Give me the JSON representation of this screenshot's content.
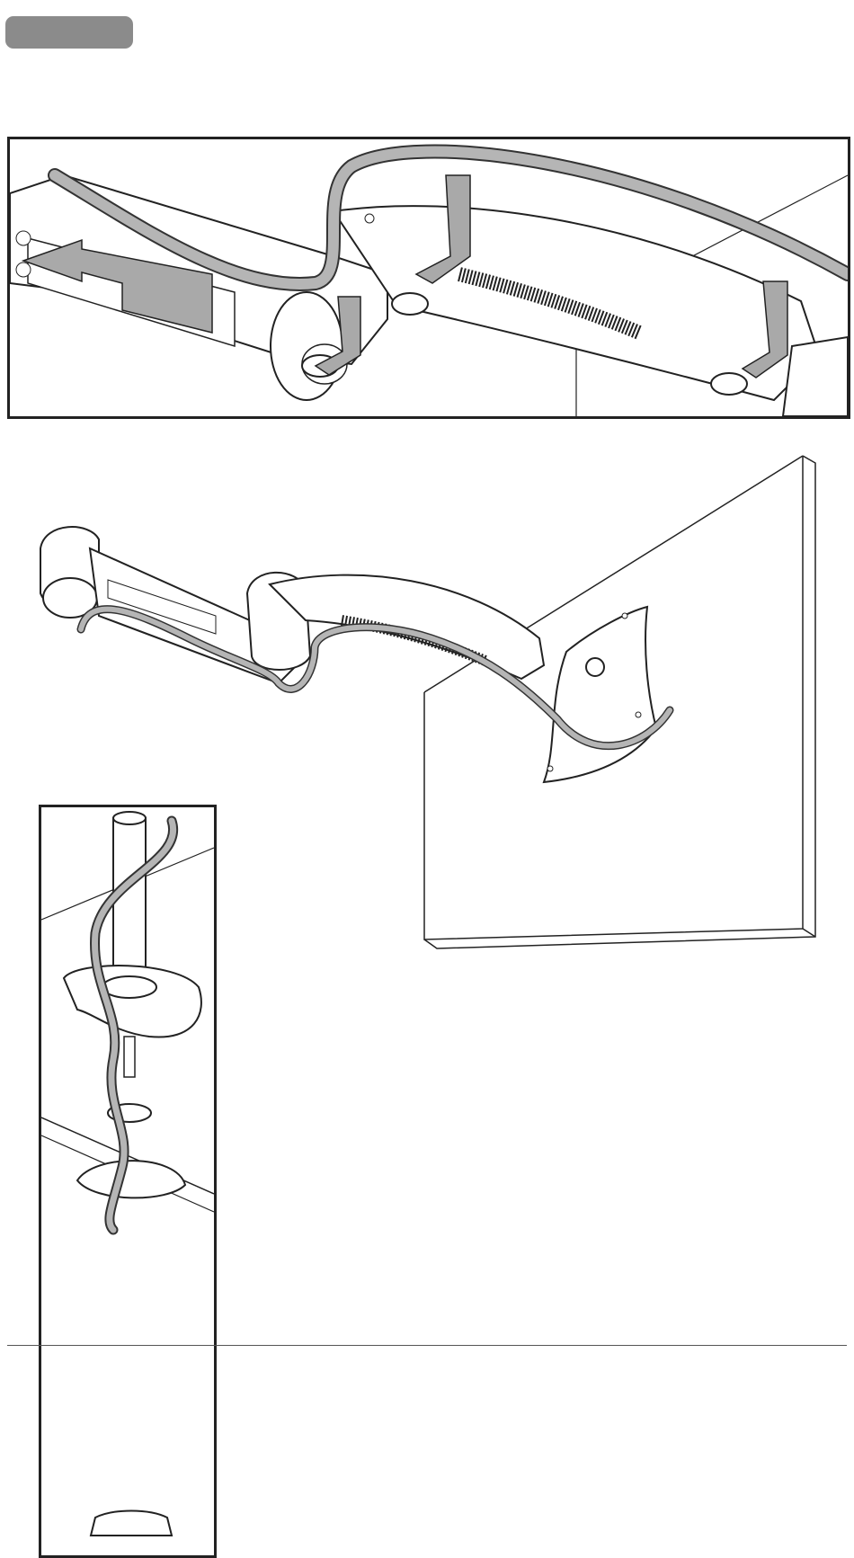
{
  "step_tab": {
    "label": ""
  },
  "figures": {
    "top_panel": {
      "description_icon": "cable-routing-closeup"
    },
    "main": {
      "description_icon": "monitor-arm-wall-mount"
    },
    "inset": {
      "description_icon": "grommet-pole-cable"
    }
  },
  "colors": {
    "cable": "#b5b5b5",
    "cable_outline": "#333333",
    "arrow_fill": "#a9a9a9",
    "line": "#222222",
    "tab": "#8b8b8b"
  }
}
